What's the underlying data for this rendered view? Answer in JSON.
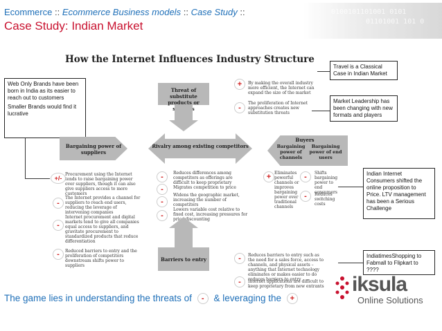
{
  "header": {
    "crumb_1": "Ecommerce",
    "sep": "::",
    "crumb_2": "Ecommerce Business models",
    "crumb_3": "Case Study",
    "title": "Case Study: Indian Market",
    "binary_a": "0100101101001 0101",
    "binary_b": "01101001 101 0"
  },
  "heading": "How the Internet Influences Industry Structure",
  "notes": {
    "web_only": "Web Only Brands  have been born in India as its easier to reach out to customers",
    "smaller": "Smaller Brands would find it lucrative",
    "travel": "Travel  is a Classical Case in Indian Market",
    "leadership": "Market Leadership  has been changing with new formats and players",
    "consumers": "Indian Internet Consumers shifted the online proposition to Price. LTV management has been a Serious Challenge",
    "indiatimes": "IndiatimesShopping to Fabmall to Flipkart to ????"
  },
  "diagram": {
    "substitutes": "Threat of substitute products or services",
    "suppliers": "Bargaining power of suppliers",
    "rivalry": "Rivalry among existing competitors",
    "buyers": "Buyers",
    "channels": "Bargaining power of channels",
    "end_users": "Bargaining power of end users",
    "barriers": "Barriers to entry",
    "sub_text_1": "By making the overall industry more efficient, the Internet can expand the size of the market",
    "sub_text_2": "The proliferation of Internet approaches creates new substitution threats",
    "sup_text_1": "Procurement using the Internet tends to raise bargaining power over suppliers, though it can also give suppliers access to more customers",
    "sup_text_2": "The Internet provides a channel for suppliers to reach end users, reducing the leverage of intervening companies",
    "sup_text_3": "Internet procurement and digital markets tend to give all companies equal access to suppliers, and gravitate procurement to standardized products that reduce differentiation",
    "sup_text_4": "Reduced barriers to entry and the proliferation of competitors downstream shifts power to suppliers",
    "riv_text_1": "Reduces differences among competitors as offerings are difficult to keep proprietary",
    "riv_text_2": "Migrates competition to price",
    "riv_text_3": "Widens the geographic market, increasing the number of competitors",
    "riv_text_4": "Lowers variable cost relative to fixed cost, increasing pressures for price discounting",
    "ch_text_1": "Eliminates powerful channels or improves bargaining power over traditional channels",
    "eu_text_1": "Shifts bargaining power to end consumers",
    "eu_text_2": "Reduces switching costs",
    "bar_text_1": "Reduces barriers to entry such as the need for a sales force, access to channels, and physical assets – anything that Internet technology eliminates or makes easier to do reduces barriers to entry",
    "bar_text_2": "Internet applications are difficult to keep proprietary from new entrants"
  },
  "signs": {
    "plus": "+",
    "minus": "-",
    "plusminus": "+/-"
  },
  "footer": {
    "text_1": "The game lies in understanding the threats of",
    "text_2": "& leveraging the",
    "minus": "-",
    "plus": "+"
  },
  "logo": {
    "name": "iksula",
    "sub": "Online Solutions"
  }
}
